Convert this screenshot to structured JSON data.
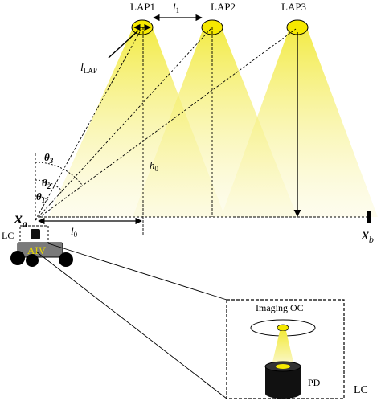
{
  "labels": {
    "lap1": "LAP1",
    "lap2": "LAP2",
    "lap3": "LAP3",
    "l1_base": "l",
    "l1_sub": "1",
    "l_lap_base": "l",
    "l_lap_sub": "LAP",
    "h0_base": "h",
    "h0_sub": "0",
    "l0_base": "l",
    "l0_sub": "0",
    "theta1_base": "θ",
    "theta1_sub": "1",
    "theta2_base": "θ",
    "theta2_sub": "2",
    "theta3_base": "θ",
    "theta3_sub": "3",
    "xa_base": "x",
    "xa_sub": "a",
    "xb_base": "x",
    "xb_sub": "b",
    "lc_left": "LC",
    "aiv": "AIV",
    "imaging_oc": "Imaging OC",
    "pd": "PD",
    "lc_right": "LC"
  },
  "colors": {
    "lamp_fill": "#f5e800",
    "beam": "#f7f2a0",
    "line": "#000000",
    "aiv_body": "#7a7a7a",
    "aiv_text": "#e8d800"
  }
}
